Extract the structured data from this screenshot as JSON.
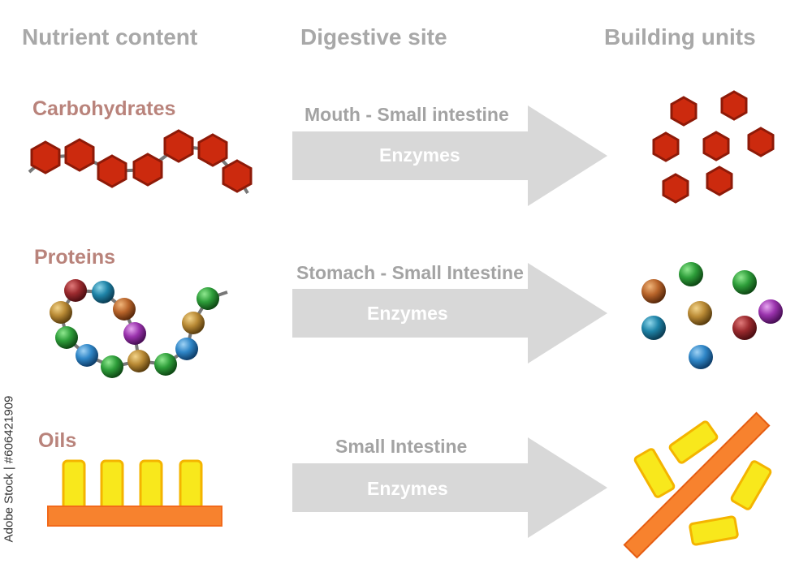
{
  "headers": {
    "nutrient": "Nutrient content",
    "site": "Digestive site",
    "units": "Building units"
  },
  "rows": [
    {
      "nutrient": "Carbohydrates",
      "site": "Mouth - Small intestine",
      "agent": "Enzymes"
    },
    {
      "nutrient": "Proteins",
      "site": "Stomach - Small Intestine",
      "agent": "Enzymes"
    },
    {
      "nutrient": "Oils",
      "site": "Small Intestine",
      "agent": "Enzymes"
    }
  ],
  "credit": "Adobe Stock | #606421909",
  "colors": {
    "header_text": "#a8a8a8",
    "nutrient_label": "#b9837b",
    "arrow": "#d8d8d8",
    "hexagon_fill": "#cc2a0e",
    "hexagon_stroke": "#8e1a08",
    "fat_yellow": "#f8e81c",
    "fat_orange": "#f7822e"
  },
  "icons": {
    "carbohydrate": "hexagon-chain",
    "protein": "bead-chain",
    "oil": "glycerol-fatty-acids"
  }
}
